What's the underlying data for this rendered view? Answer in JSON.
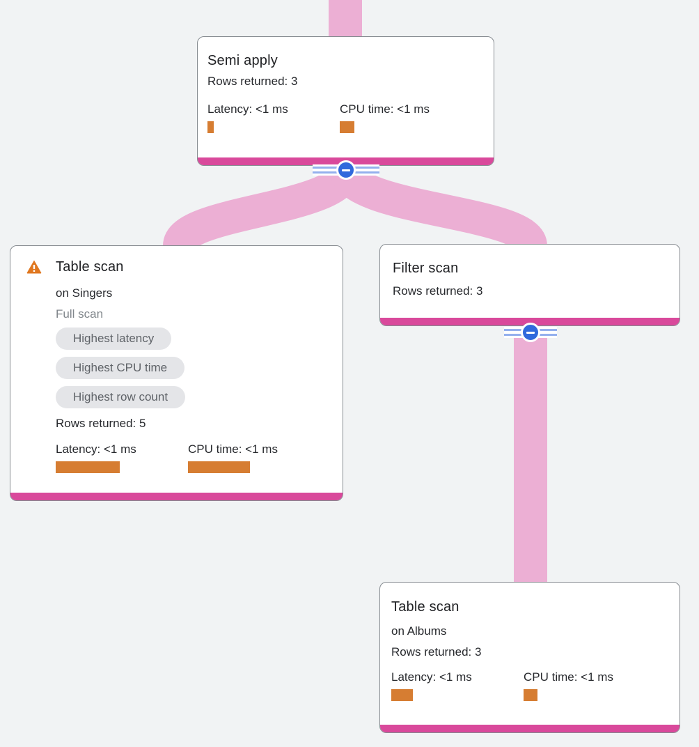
{
  "colors": {
    "background": "#f1f3f4",
    "edge_pink": "#ecafd4",
    "node_bottom_bar_magenta": "#d9499b",
    "metric_bar_orange": "#d67d32",
    "warning_orange": "#e0771f",
    "chip_background": "#e4e5e8",
    "chip_text": "#5f6368",
    "collapse_button_blue": "#3169dc",
    "collapse_stripe_blue": "#94b0ed",
    "card_border": "#878c91",
    "text_primary": "#202124",
    "text_muted": "#80868b"
  },
  "nodes": {
    "semi_apply": {
      "title": "Semi apply",
      "rows_returned": "Rows returned: 3",
      "latency_label": "Latency: <1 ms",
      "cpu_label": "CPU time: <1 ms"
    },
    "table_scan_singers": {
      "title": "Table scan",
      "target": "on Singers",
      "scan_mode": "Full scan",
      "badges": [
        "Highest latency",
        "Highest CPU time",
        "Highest row count"
      ],
      "rows_returned": "Rows returned: 5",
      "latency_label": "Latency: <1 ms",
      "cpu_label": "CPU time: <1 ms"
    },
    "filter_scan": {
      "title": "Filter scan",
      "rows_returned": "Rows returned: 3"
    },
    "table_scan_albums": {
      "title": "Table scan",
      "target": "on Albums",
      "rows_returned": "Rows returned: 3",
      "latency_label": "Latency: <1 ms",
      "cpu_label": "CPU time: <1 ms"
    }
  },
  "metric_bars": {
    "semi_apply": {
      "latency_width": 9,
      "cpu_width": 21
    },
    "table_scan_singers": {
      "latency_width": 92,
      "cpu_width": 89
    },
    "table_scan_albums": {
      "latency_width": 31,
      "cpu_width": 20
    }
  }
}
